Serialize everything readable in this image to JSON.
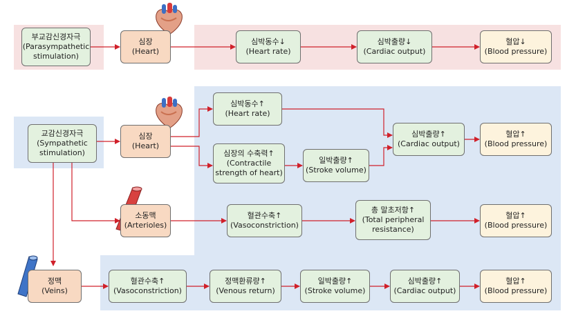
{
  "parasympathetic": {
    "stimulus": {
      "ko": "부교감신경자극",
      "en1": "(Parasympathetic",
      "en2": "stimulation)"
    },
    "heart": {
      "ko": "심장",
      "en": "(Heart)"
    },
    "heart_rate": {
      "ko": "심박동수↓",
      "en": "(Heart rate)"
    },
    "cardiac_output": {
      "ko": "심박출량↓",
      "en": "(Cardiac output)"
    },
    "blood_pressure": {
      "ko": "혈압↓",
      "en": "(Blood pressure)"
    }
  },
  "sympathetic": {
    "stimulus": {
      "ko": "교감신경자극",
      "en1": "(Sympathetic",
      "en2": "stimulation)"
    },
    "heart": {
      "ko": "심장",
      "en": "(Heart)"
    },
    "heart_rate": {
      "ko": "심박동수↑",
      "en": "(Heart rate)"
    },
    "contractile": {
      "ko": "심장의 수축력↑",
      "en1": "(Contractile",
      "en2": "strength of heart)"
    },
    "stroke_volume": {
      "ko": "일박출량↑",
      "en": "(Stroke volume)"
    },
    "cardiac_output": {
      "ko": "심박출량↑",
      "en": "(Cardiac output)"
    },
    "blood_pressure": {
      "ko": "혈압↑",
      "en": "(Blood pressure)"
    }
  },
  "arterioles": {
    "vessel": {
      "ko": "소동맥",
      "en": "(Arterioles)"
    },
    "vasoconstriction": {
      "ko": "혈관수축↑",
      "en": "(Vasoconstriction)"
    },
    "resistance": {
      "ko": "총 말초저항↑",
      "en1": "(Total peripheral",
      "en2": "resistance)"
    },
    "blood_pressure": {
      "ko": "혈압↑",
      "en": "(Blood pressure)"
    }
  },
  "veins": {
    "vessel": {
      "ko": "정맥",
      "en": "(Veins)"
    },
    "vasoconstriction": {
      "ko": "혈관수축↑",
      "en": "(Vasoconstriction)"
    },
    "venous_return": {
      "ko": "정맥환류량↑",
      "en": "(Venous return)"
    },
    "stroke_volume": {
      "ko": "일박출량↑",
      "en": "(Stroke volume)"
    },
    "cardiac_output": {
      "ko": "심박출량↑",
      "en": "(Cardiac output)"
    },
    "blood_pressure": {
      "ko": "혈압↑",
      "en": "(Blood pressure)"
    }
  },
  "colors": {
    "arrow": "#d0202a",
    "pink_band": "#f7e1e1",
    "blue_band": "#dce7f5",
    "green_box": "#e3f1df",
    "orange_box": "#f8d9c2",
    "yellow_box": "#fdf3dd"
  }
}
